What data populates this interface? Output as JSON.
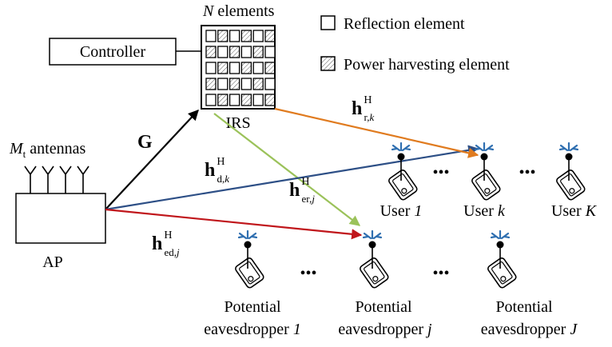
{
  "labels": {
    "n_elements_var": "N",
    "n_elements_text": " elements",
    "controller": "Controller",
    "irs": "IRS",
    "ap": "AP",
    "antennas_var": "M",
    "antennas_sub": "t",
    "antennas_text": " antennas",
    "legend_reflection": "Reflection element",
    "legend_harvesting": "Power harvesting element"
  },
  "channels": {
    "G": "G",
    "h_rk": {
      "base": "h",
      "sup": "H",
      "sub": "r,",
      "sub_var": "k"
    },
    "h_dk": {
      "base": "h",
      "sup": "H",
      "sub": "d,",
      "sub_var": "k"
    },
    "h_erj": {
      "base": "h",
      "sup": "H",
      "sub": "er,",
      "sub_var": "j"
    },
    "h_edj": {
      "base": "h",
      "sup": "H",
      "sub": "ed,",
      "sub_var": "j"
    }
  },
  "users": [
    {
      "prefix": "User ",
      "index": "1"
    },
    {
      "prefix": "User ",
      "index": "k"
    },
    {
      "prefix": "User ",
      "index": "K"
    }
  ],
  "eavesdroppers": [
    {
      "line1": "Potential",
      "line2": "eavesdropper ",
      "index": "1"
    },
    {
      "line1": "Potential",
      "line2": "eavesdropper ",
      "index": "j"
    },
    {
      "line1": "Potential",
      "line2": "eavesdropper ",
      "index": "J"
    }
  ],
  "ellipsis": "•••",
  "colors": {
    "arrow_G": "#000000",
    "arrow_h_rk": "#e07b1f",
    "arrow_h_dk": "#2d4f86",
    "arrow_h_erj": "#9bc25a",
    "arrow_h_edj": "#c0161b",
    "antenna_blue": "#2f6fb0"
  }
}
